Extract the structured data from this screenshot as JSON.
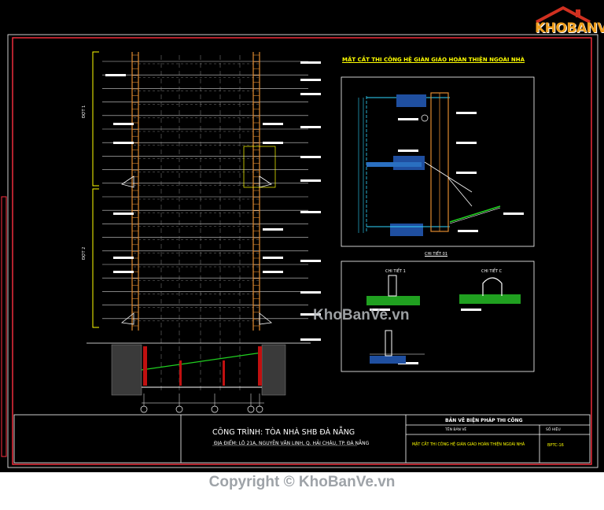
{
  "logo": {
    "text": "KHOBANVE",
    "icon": "house-roof-logo-icon"
  },
  "watermark": "KhoBanVe.vn",
  "copyright": "Copyright © KhoBanVe.vn",
  "drawing": {
    "detail_title": "MẶT CẮT THI CÔNG HỆ GIÀN GIÁO HOÀN THIỆN NGOÀI NHÀ",
    "detail_a_label": "CHI TIẾT 01",
    "detail_b_label": "CHI TIẾT 1",
    "detail_c_label": "CHI TIẾT C",
    "zone_1_label": "ĐỢT 1",
    "zone_2_label": "ĐỢT 2",
    "colors": {
      "frame": "#ff3040",
      "scaffold": "#e08a30",
      "grid": "#d0d0d0",
      "green": "#20d020",
      "cyan": "#30d8ff",
      "blue": "#2050d0",
      "yellow": "#ffff00"
    }
  },
  "title_block": {
    "project": "CÔNG TRÌNH: TÒA NHÀ SHB ĐÀ NẴNG",
    "address": "ĐỊA ĐIỂM: LÔ 21A, NGUYỄN VĂN LINH, Q. HẢI CHÂU, TP. ĐÀ NẴNG",
    "sheet_heading": "BẢN VẼ BIỆN PHÁP THI CÔNG",
    "sheet_name_label": "TÊN BẢN VẼ",
    "sheet_no_label": "SỐ HIỆU",
    "sheet_description": "MẶT CẮT THI CÔNG HỆ GIÀN GIÁO HOÀN THIỆN NGOÀI NHÀ",
    "sheet_code": "BPTC-16"
  }
}
